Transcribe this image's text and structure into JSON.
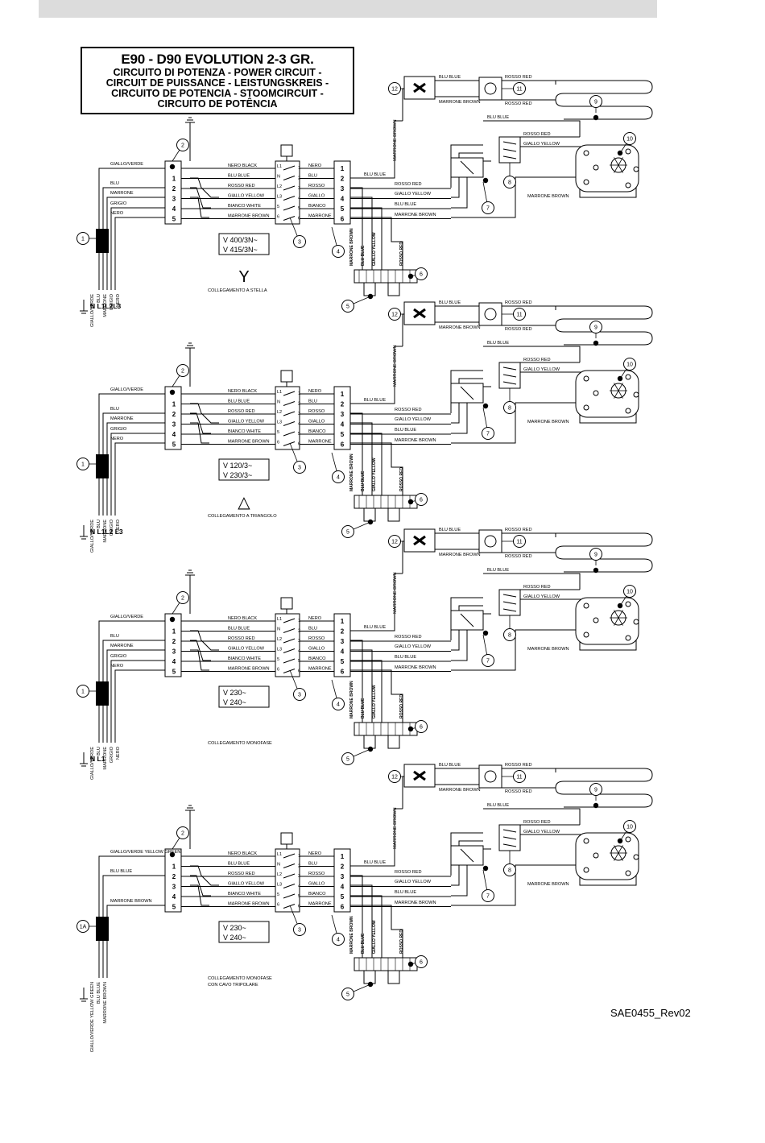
{
  "header": {
    "title": "E90 - D90 EVOLUTION 2-3 GR.",
    "subtitles": [
      "CIRCUITO DI POTENZA - POWER CIRCUIT -",
      "CIRCUIT DE PUISSANCE - LEISTUNGSKREIS -",
      "CIRCUITO DE POTENCIA - STOOMCIRCUIT -",
      "CIRCUITO DE POTÊNCIA"
    ]
  },
  "reference_code": "SAE0455_Rev02",
  "wire_colors": {
    "earth": "GIALLO/VERDE",
    "blue": "BLU",
    "brown": "MARRONE  BROWN",
    "grey": "GRIGIO",
    "black": "NERO"
  },
  "terminal_labels": {
    "switch_left": [
      "NERO  BLACK",
      "BLU  BLUE",
      "ROSSO  RED",
      "GIALLO  YELLOW",
      "BIANCO  WHITE",
      "MARRONE  BROWN"
    ],
    "switch_right": [
      "NERO",
      "BLU",
      "ROSSO",
      "GIALLO",
      "BIANCO",
      "MARRONE"
    ],
    "switch_poles": [
      "L1",
      "N",
      "L2",
      "L3",
      "5",
      "6"
    ],
    "right_bus": [
      "BLU BLUE",
      "ROSSO  RED",
      "GIALLO  YELLOW",
      "BLU  BLUE",
      "MARRONE  BROWN"
    ],
    "component_wires": [
      "BLU  BLUE",
      "ROSSO  RED",
      "MARRONE  BROWN",
      "GIALLO  YELLOW"
    ],
    "vertical_wires": [
      "MARRONE BROWN",
      "BLU BLUE",
      "GIALLO YELLOW",
      "ROSSO RED"
    ],
    "riser_wire": "MARRONE BROWN"
  },
  "diagrams": [
    {
      "voltage": [
        "V 400/3N~",
        "V 415/3N~"
      ],
      "symbol": "Y",
      "connection": [
        "COLLEGAMENTO A STELLA"
      ],
      "cable_wires": [
        "GIALLO/VERDE",
        "BLU",
        "MARRONE",
        "GRIGIO",
        "NERO"
      ],
      "phases": "N  L1L2L3",
      "cable_ref": "1"
    },
    {
      "voltage": [
        "V 120/3~",
        "V 230/3~"
      ],
      "symbol": "△",
      "connection": [
        "COLLEGAMENTO A TRIANGOLO"
      ],
      "cable_wires": [
        "GIALLO/VERDE",
        "BLU",
        "MARRONE",
        "GRIGIO",
        "NERO"
      ],
      "phases": "N  L1L2 L3",
      "cable_ref": "1"
    },
    {
      "voltage": [
        "V 230~",
        "V 240~"
      ],
      "symbol": "",
      "connection": [
        "COLLEGAMENTO MONOFASE"
      ],
      "cable_wires": [
        "GIALLO/VERDE",
        "BLU",
        "MARRONE",
        "GRIGIO",
        "NERO"
      ],
      "phases": "N     L1",
      "cable_ref": "1"
    },
    {
      "voltage": [
        "V 230~",
        "V 240~"
      ],
      "symbol": "",
      "connection": [
        "COLLEGAMENTO MONOFASE",
        "CON CAVO TRIPOLARE"
      ],
      "cable_wires": [
        "GIALLO/VERDE YELLOW GREEN",
        "BLU BLUE",
        "MARRONE BROWN"
      ],
      "phases": "",
      "cable_ref": "1A"
    }
  ],
  "component_refs": [
    "2",
    "3",
    "4",
    "5",
    "6",
    "7",
    "8",
    "9",
    "10",
    "11",
    "12"
  ],
  "terminal_numbers": [
    "1",
    "2",
    "3",
    "4",
    "5",
    "6"
  ]
}
